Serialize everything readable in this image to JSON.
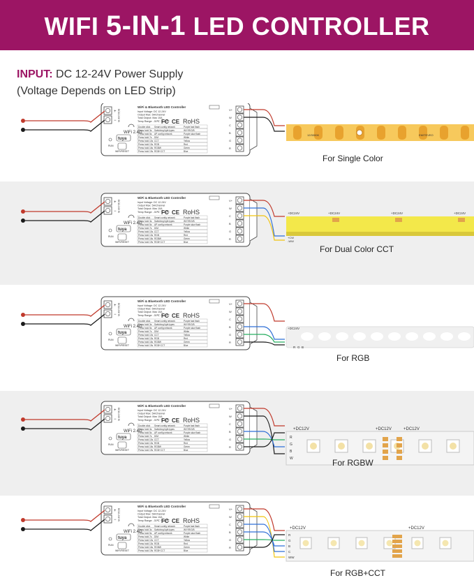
{
  "banner": {
    "title_part1": "WIFI ",
    "title_big": "5-IN-1",
    "title_part2": " LED CONTROLLER"
  },
  "colors": {
    "banner": "#9c1564",
    "accent": "#9c1564",
    "band_gray": "#efefef",
    "wire_red": "#c0392b",
    "wire_black": "#1a1a1a",
    "wire_blue": "#2f6fd6",
    "wire_yellow": "#f1c40f",
    "wire_green": "#27ae60"
  },
  "input": {
    "label": "INPUT:",
    "line1": " DC 12-24V Power Supply",
    "line2": "(Voltage Depends on LED Strip)"
  },
  "controller": {
    "title": "WiFi & Bluetooth LED Controller",
    "specs": [
      "Input Voltage: DC 12-24V",
      "Output Max: 5A/Channel",
      "Total Output: Max 10A",
      "Temp Range: -30℃ ~ +60℃"
    ],
    "dc_in_label": "DC12-24V IN",
    "wifi_label": "WiFi 2.4G",
    "brand_label": "tuya",
    "run_label": "RUN",
    "reset_label": "WIFI/RESET",
    "table": [
      [
        "Double click",
        "Smart config network",
        "Purple fast flash"
      ],
      [
        "Press hold 3s",
        "Switching light types",
        "W/Y/R/G/B"
      ],
      [
        "Press hold 5s",
        "AP config network",
        "Purple slow flash"
      ],
      [
        "Press hold 7s",
        "DIM",
        "White"
      ],
      [
        "Press hold 10s",
        "CCT",
        "Yellow"
      ],
      [
        "Press hold 13s",
        "RGB",
        "Red"
      ],
      [
        "Press hold 16s",
        "RGBW",
        "Green"
      ],
      [
        "Press hold 19s",
        "RGB+CCT",
        "Blue"
      ]
    ],
    "fc_mark": "FC",
    "ce_mark": "CE",
    "rohs_mark": "RoHS",
    "out_pins": [
      "V+",
      "W",
      "C",
      "B",
      "G",
      "R"
    ]
  },
  "sections": [
    {
      "caption": "For Single Color",
      "strip_type": "cob-warm"
    },
    {
      "caption": "For Dual Color CCT",
      "strip_type": "cob-cct"
    },
    {
      "caption": "For RGB",
      "strip_type": "rgb-white"
    },
    {
      "caption": "For RGBW",
      "strip_type": "rgbw"
    },
    {
      "caption": "For RGB+CCT",
      "strip_type": "rgbcct"
    }
  ],
  "strip_labels": {
    "v24": "+DC24V",
    "v12": "+DC12V",
    "cw": "+CW",
    "ww": "-WW",
    "r": "R",
    "g": "G",
    "b": "B",
    "w": "W",
    "c": "C",
    "ww_short": "WW"
  }
}
